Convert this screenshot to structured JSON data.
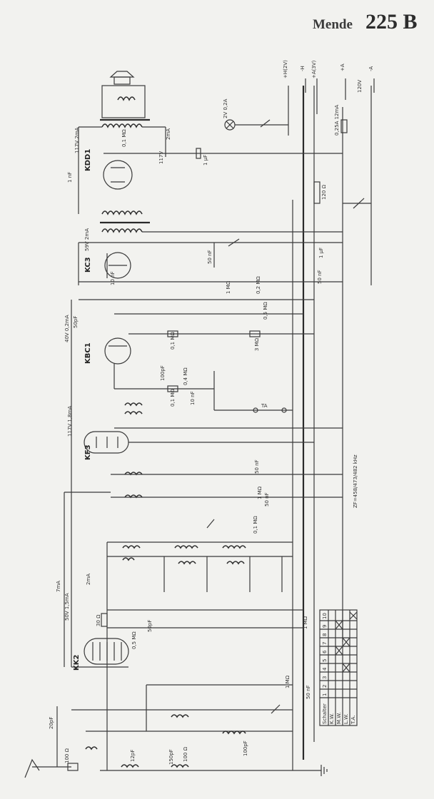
{
  "header": {
    "brand": "Mende",
    "model": "225 B"
  },
  "supply_terminals": [
    "+H(2V)",
    "-H",
    "+A(3V)",
    "+A",
    "120V",
    "-A"
  ],
  "tubes": [
    "KDD1",
    "KC3",
    "KBC1",
    "KF3",
    "KK2"
  ],
  "component_labels": [
    "117V 2mA",
    "2mA",
    "0,1 MΩ",
    "1 nF",
    "117V",
    "1 µF",
    "2V 0,2A",
    "0,25A 12mA",
    "120 Ω",
    "59V 2mA",
    "50 nF",
    "1 µF",
    "1 MΩ",
    "0,2 MΩ",
    "50 nF",
    "10 nF",
    "0,5 MΩ",
    "40V 0,2mA",
    "50pF",
    "0,1 MΩ",
    "3 MΩ",
    "100pF",
    "0,4 MΩ",
    "0,1 MΩ",
    "10 nF",
    "TA",
    "117V 1,8mA",
    "ZF=458/473/482 kHz",
    "50 nF",
    "1 MΩ",
    "50 nF",
    "0,1 MΩ",
    "7mA",
    "50V 1,5mA",
    "2mA",
    "30 Ω",
    "50pF",
    "1 MΩ",
    "0,5 MΩ",
    "20pF",
    "100 Ω",
    "12pF",
    "150pF",
    "100 Ω",
    "100pF",
    "1 MΩ",
    "50 nF"
  ],
  "switch_table": {
    "rows": [
      "Schalter",
      "K.W.",
      "M.W.",
      "L.W.",
      "T.A."
    ],
    "columns": [
      "1",
      "2",
      "3",
      "4",
      "5",
      "6",
      "7",
      "8",
      "9",
      "10"
    ]
  }
}
